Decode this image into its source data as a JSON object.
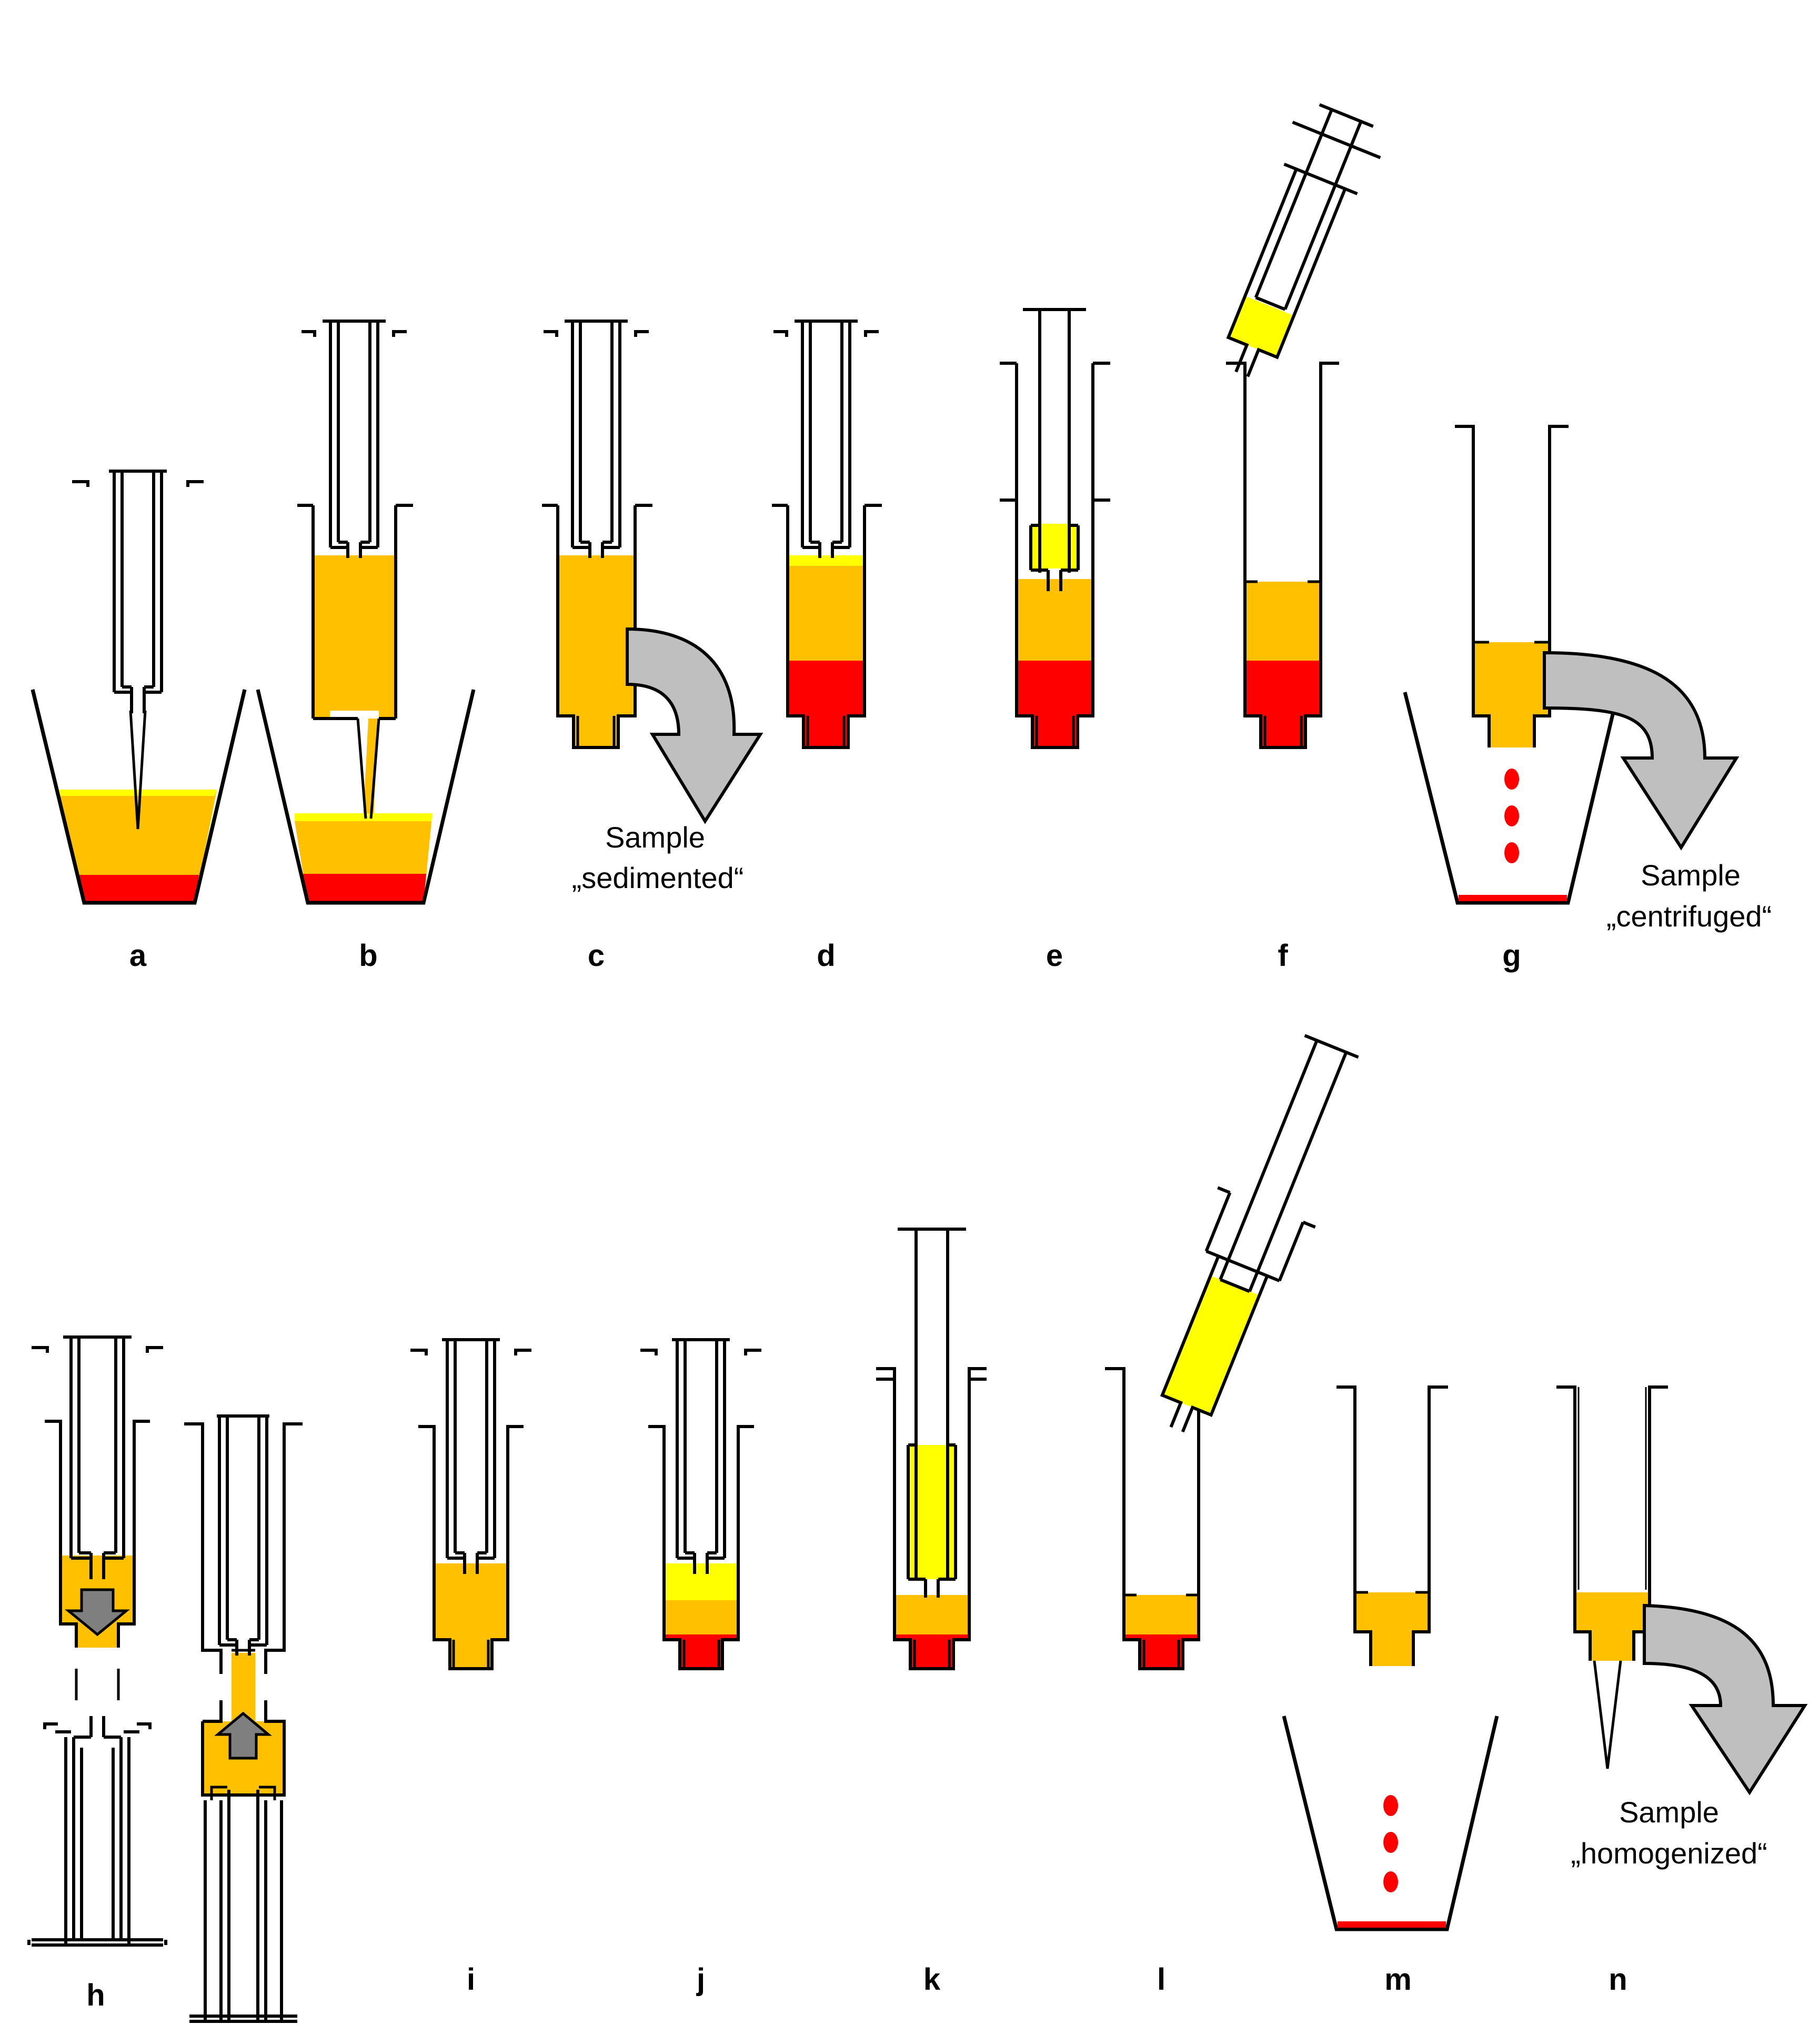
{
  "labels": {
    "a": "a",
    "b": "b",
    "c": "c",
    "d": "d",
    "e": "e",
    "f": "f",
    "g": "g",
    "h": "h",
    "i": "i",
    "j": "j",
    "k": "k",
    "l": "l",
    "m": "m",
    "n": "n"
  },
  "notes": {
    "sample_word": "Sample",
    "sedimented": "„sedimented“",
    "centrifuged": "„centrifuged“",
    "homogenized": "„homogenized“"
  },
  "colors": {
    "orange": "#FFC000",
    "yellow": "#FFFF00",
    "red": "#FF0000",
    "arrow_light": "#BFBFBF",
    "arrow_dark": "#7F7F7F",
    "outline": "#000000"
  }
}
